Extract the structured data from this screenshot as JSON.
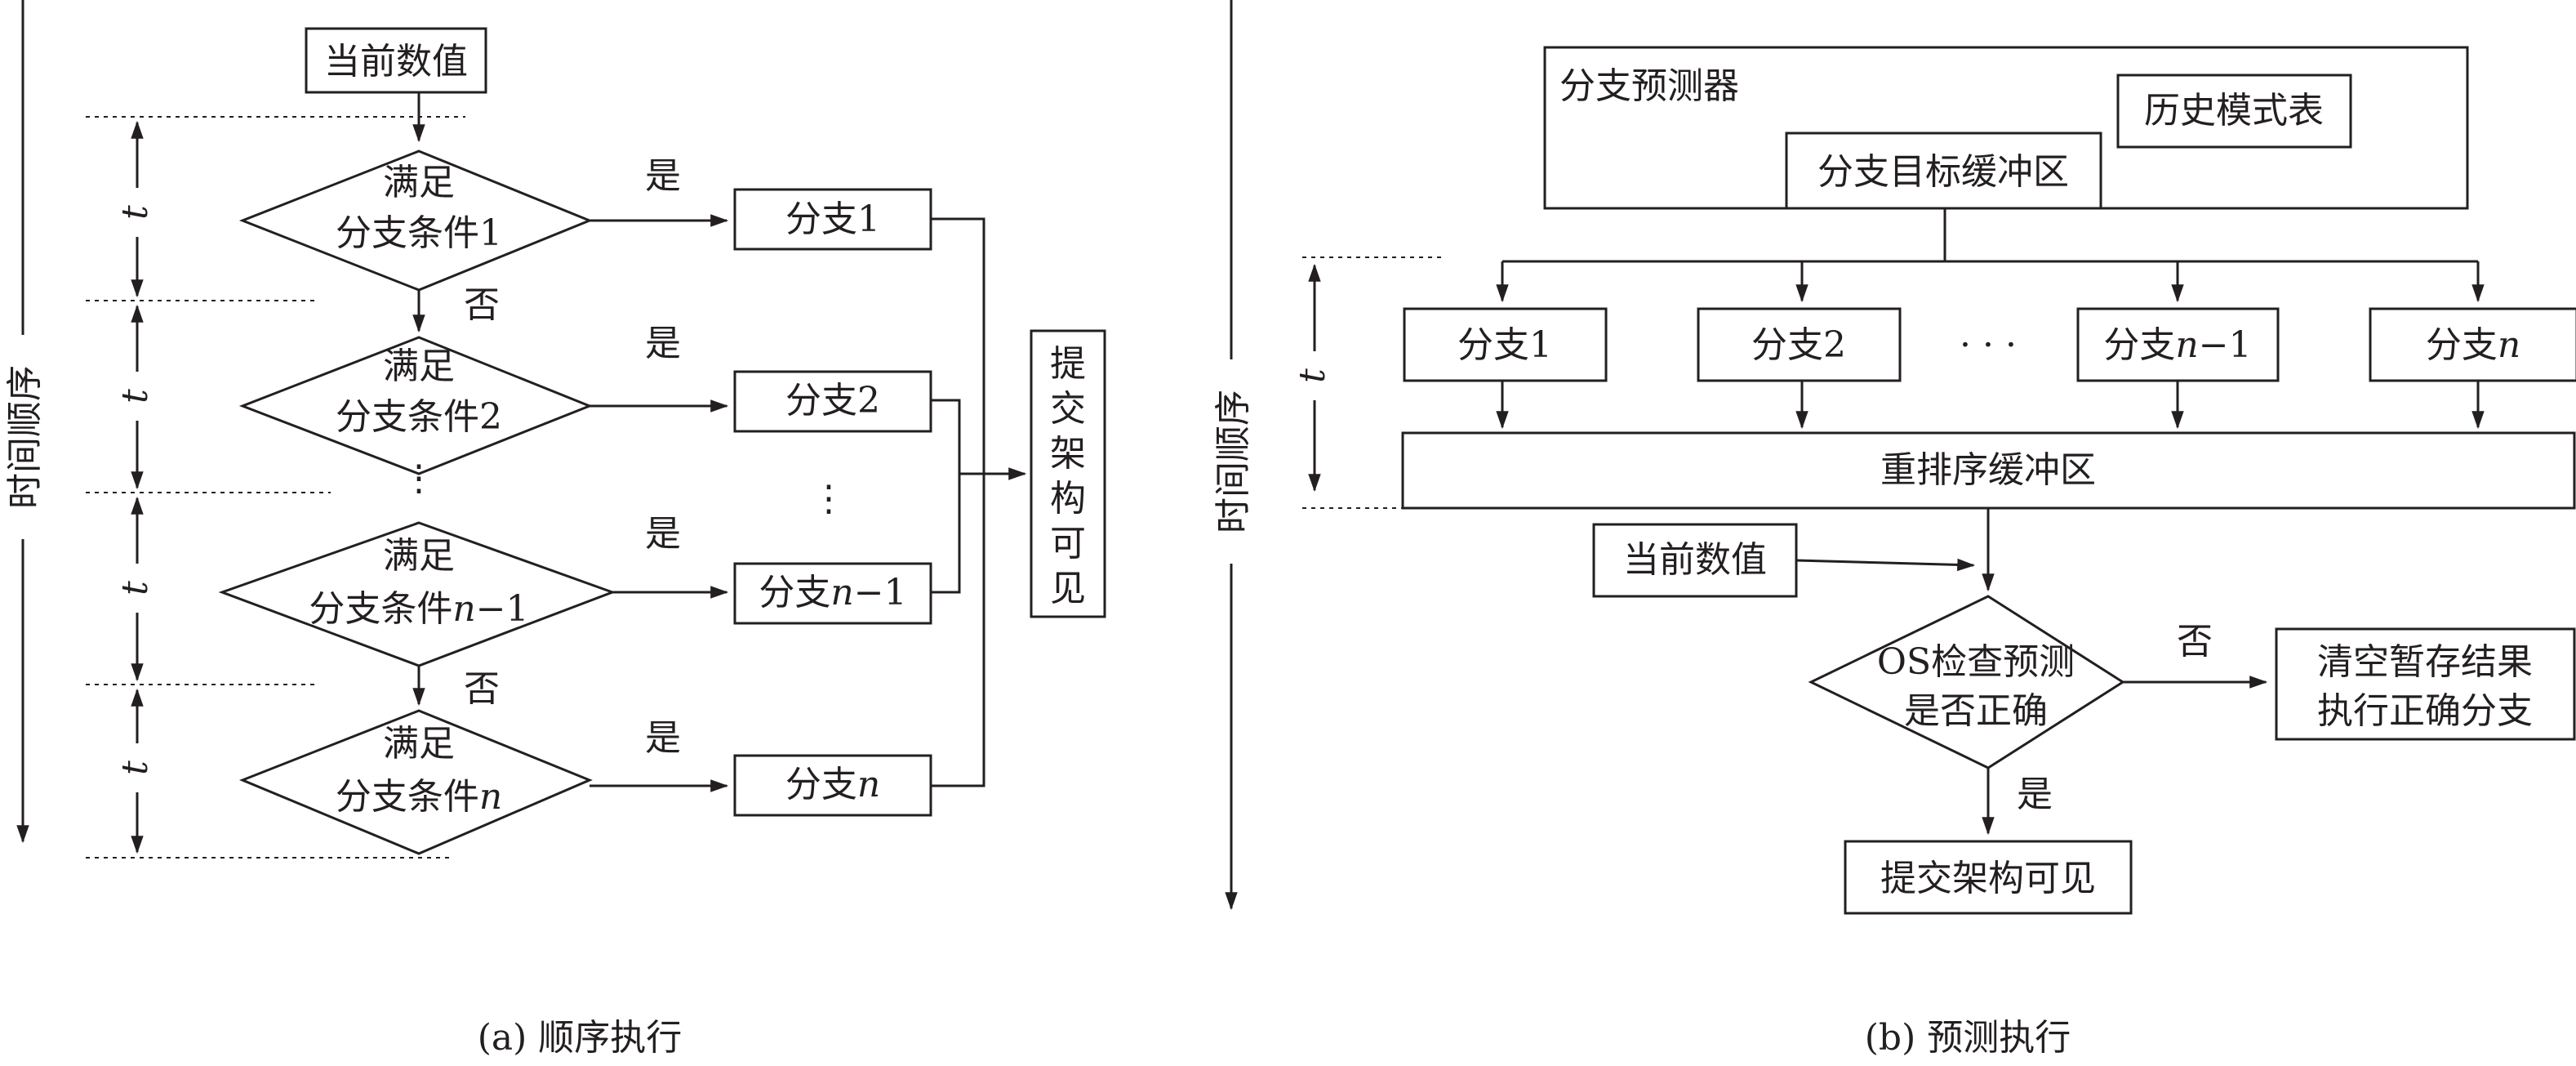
{
  "panel_a": {
    "caption": "(a)  顺序执行",
    "time_axis": "时间顺序",
    "t_label": "t",
    "current_value": "当前数值",
    "commit_visible": [
      "提",
      "交",
      "架",
      "构",
      "可",
      "见"
    ],
    "yes_label": "是",
    "no_label": "否",
    "ellipsis": "⋮",
    "conditions": [
      {
        "line1": "满足",
        "line2_prefix": "分支条件",
        "line2_suffix": "1",
        "suffix_italic": false
      },
      {
        "line1": "满足",
        "line2_prefix": "分支条件",
        "line2_suffix": "2",
        "suffix_italic": false
      },
      {
        "line1": "满足",
        "line2_prefix": "分支条件",
        "line2_suffix": "n",
        "line2_tail": "−1",
        "suffix_italic": true
      },
      {
        "line1": "满足",
        "line2_prefix": "分支条件",
        "line2_suffix": "n",
        "suffix_italic": true
      }
    ],
    "branches": [
      {
        "prefix": "分支",
        "suffix": "1",
        "italic": false
      },
      {
        "prefix": "分支",
        "suffix": "2",
        "italic": false
      },
      {
        "prefix": "分支",
        "suffix": "n",
        "tail": "−1",
        "italic": true
      },
      {
        "prefix": "分支",
        "suffix": "n",
        "italic": true
      }
    ]
  },
  "panel_b": {
    "caption": "(b)  预测执行",
    "time_axis": "时间顺序",
    "t_label": "t",
    "branch_predictor": "分支预测器",
    "history_table": "历史模式表",
    "btb": "分支目标缓冲区",
    "reorder_buffer": "重排序缓冲区",
    "current_value": "当前数值",
    "check_line1": "OS检查预测",
    "check_line2": "是否正确",
    "no_label": "否",
    "yes_label": "是",
    "flush_line1": "清空暂存结果",
    "flush_line2": "执行正确分支",
    "commit_visible": "提交架构可见",
    "ellipsis": "· · ·",
    "branches": [
      {
        "prefix": "分支",
        "suffix": "1",
        "italic": false
      },
      {
        "prefix": "分支",
        "suffix": "2",
        "italic": false
      },
      {
        "prefix": "分支",
        "suffix": "n",
        "tail": "−1",
        "italic": true
      },
      {
        "prefix": "分支",
        "suffix": "n",
        "italic": true
      }
    ]
  }
}
